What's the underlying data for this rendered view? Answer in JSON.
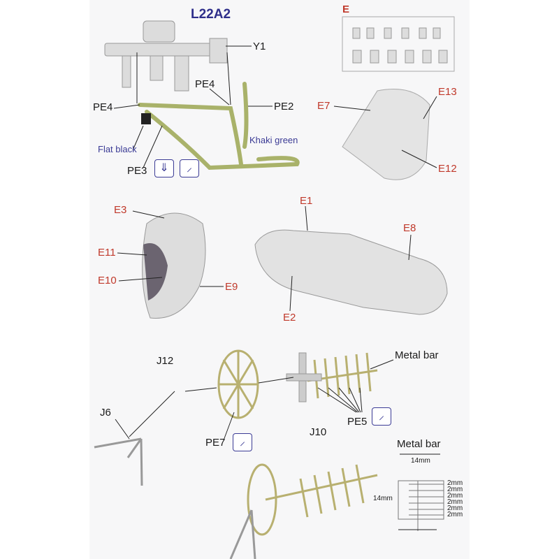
{
  "title": "L22A2",
  "sprue_label": "E",
  "labels": {
    "y1": "Y1",
    "pe4_left": "PE4",
    "pe4_mid": "PE4",
    "pe2": "PE2",
    "pe3": "PE3",
    "flat_black": "Flat black",
    "khaki_green": "Khaki green",
    "e7": "E7",
    "e13": "E13",
    "e12": "E12",
    "e3": "E3",
    "e11": "E11",
    "e10": "E10",
    "e9": "E9",
    "e1": "E1",
    "e8": "E8",
    "e2": "E2",
    "j12": "J12",
    "j6": "J6",
    "j10": "J10",
    "pe7": "PE7",
    "pe5": "PE5",
    "metal_bar": "Metal bar"
  },
  "metal_bar_detail": {
    "title": "Metal bar",
    "width": "14mm",
    "height": "14mm",
    "spacings": [
      "2mm",
      "2mm",
      "2mm",
      "2mm",
      "2mm",
      "2mm"
    ]
  },
  "icons": [
    "bend-icon",
    "glue-icon"
  ],
  "colors": {
    "title": "#2e2e8a",
    "part": "#c0392b",
    "paint": "#3b3b95",
    "khaki": "#a9b26a"
  }
}
